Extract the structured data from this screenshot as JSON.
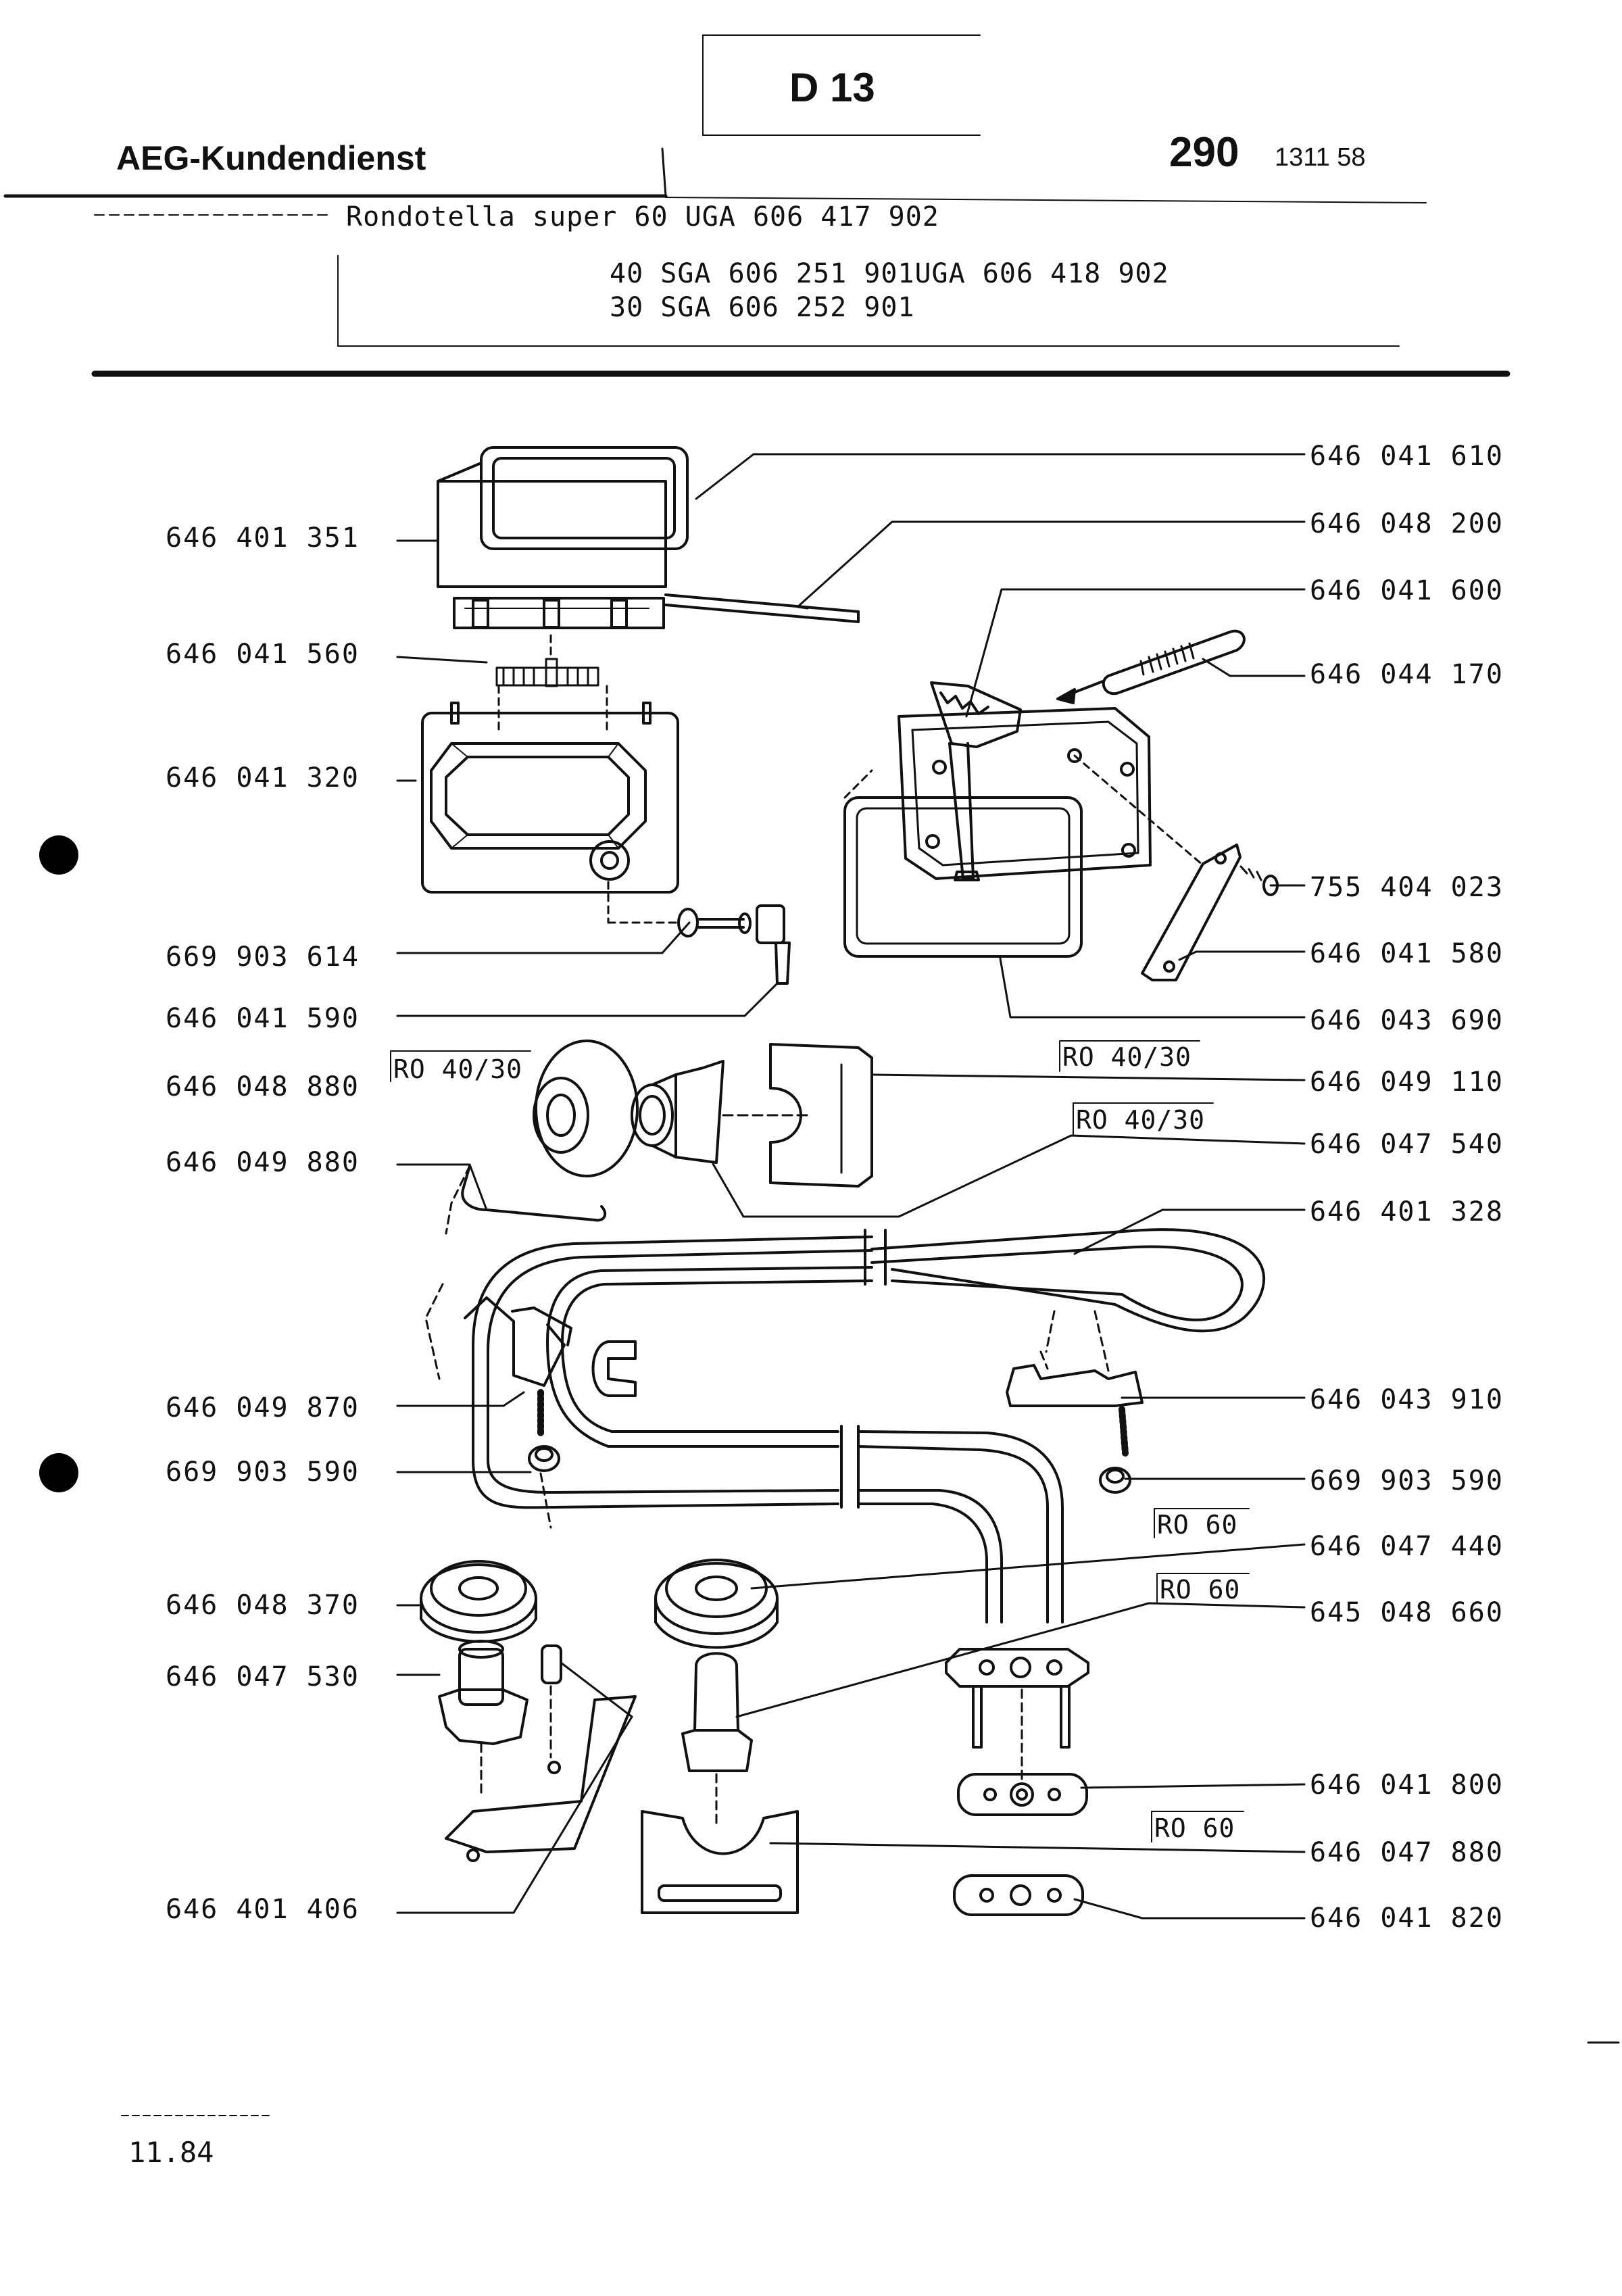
{
  "header": {
    "company": "AEG-Kundendienst",
    "section_code": "D 13",
    "page_number": "290",
    "doc_number": "1311 58"
  },
  "models": {
    "line1": "Rondotella super 60 UGA 606 417 902",
    "line2": "40 SGA 606 251 901UGA 606 418 902",
    "line3": "30 SGA 606 252 901"
  },
  "parts_left": [
    "646 401 351",
    "646 041 560",
    "646 041 320",
    "669 903 614",
    "646 041 590",
    "646 048 880",
    "646 049 880",
    "646 049 870",
    "669 903 590",
    "646 048 370",
    "646 047 530",
    "646 401 406"
  ],
  "parts_right": [
    "646 041 610",
    "646 048 200",
    "646 041 600",
    "646 044 170",
    "755 404 023",
    "646 041 580",
    "646 043 690",
    "646 049 110",
    "646 047 540",
    "646 401 328",
    "646 043 910",
    "669 903 590",
    "646 047 440",
    "645 048 660",
    "646 041 800",
    "646 047 880",
    "646 041 820"
  ],
  "variant_tags": {
    "ro_40_30_a": "RO 40/30",
    "ro_40_30_b": "RO 40/30",
    "ro_40_30_c": "RO 40/30",
    "ro_60_a": "RO 60",
    "ro_60_b": "RO 60",
    "ro_60_c": "RO 60"
  },
  "footer": {
    "date": "11.84"
  }
}
